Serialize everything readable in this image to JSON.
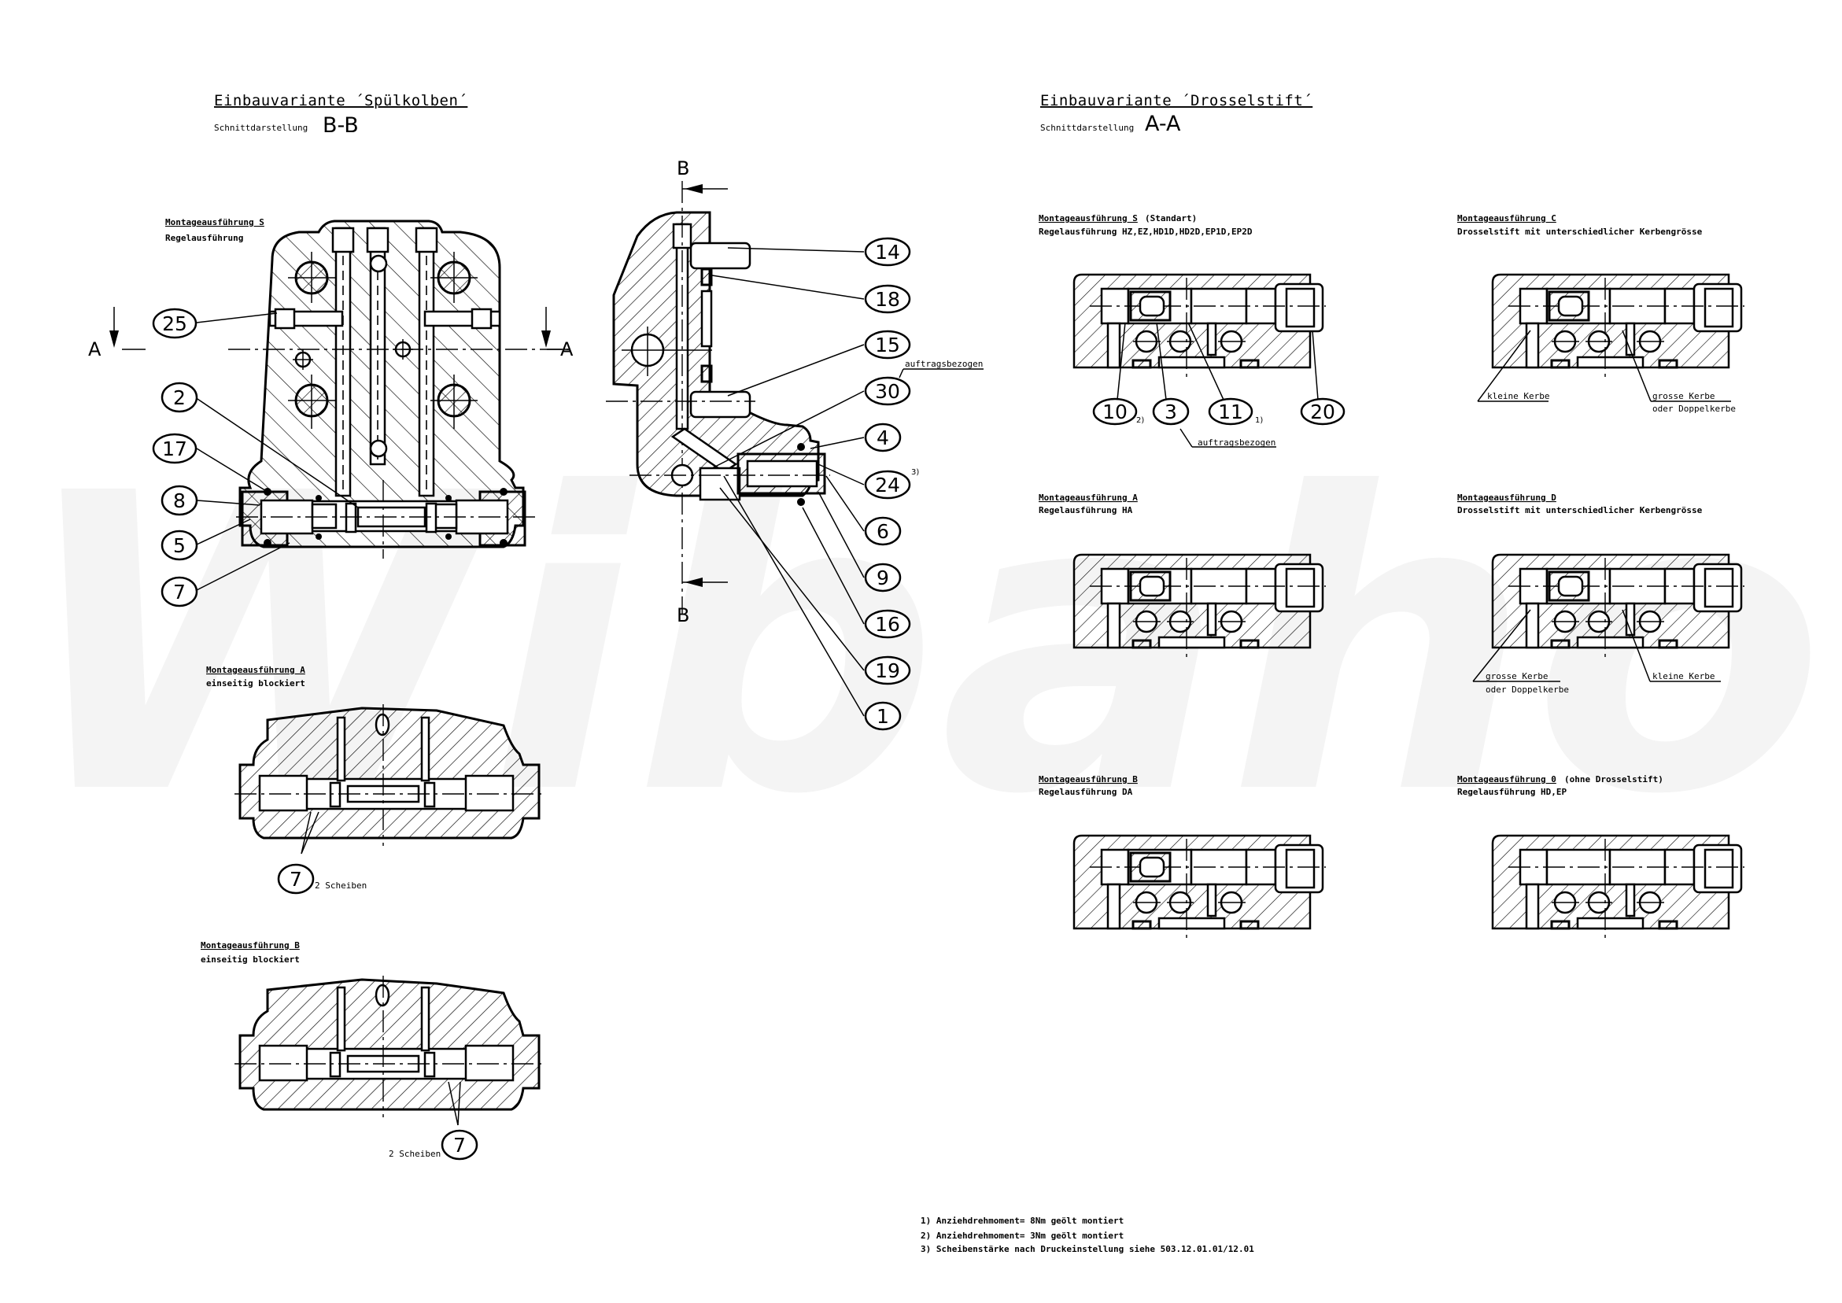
{
  "watermark": {
    "text": "Wibaho",
    "color": "#f4f4f4"
  },
  "left_section": {
    "title": "Einbauvariante ´Spülkolben´",
    "subtitle": "Schnittdarstellung",
    "section_label": "B-B",
    "cut_line_label": "A",
    "main_view": {
      "title": "Montageausführung S",
      "subtitle": "Regelausführung",
      "callouts": [
        "25",
        "2",
        "17",
        "8",
        "5",
        "7"
      ]
    },
    "variant_a": {
      "title": "Montageausführung A",
      "subtitle": "einseitig blockiert",
      "callout": "7",
      "note": "2 Scheiben"
    },
    "variant_b": {
      "title": "Montageausführung B",
      "subtitle": "einseitig blockiert",
      "callout": "7",
      "note": "2 Scheiben"
    }
  },
  "side_view": {
    "cut_line_label": "B",
    "callouts": [
      {
        "num": "14"
      },
      {
        "num": "18"
      },
      {
        "num": "15"
      },
      {
        "num": "30",
        "note": "auftragsbezogen"
      },
      {
        "num": "4"
      },
      {
        "num": "24",
        "sup": "3)"
      },
      {
        "num": "6"
      },
      {
        "num": "9"
      },
      {
        "num": "16"
      },
      {
        "num": "19"
      },
      {
        "num": "1"
      }
    ]
  },
  "right_section": {
    "title": "Einbauvariante ´Drosselstift´",
    "subtitle": "Schnittdarstellung",
    "section_label": "A-A",
    "details": [
      {
        "id": "S",
        "title": "Montageausführung S",
        "title_suffix": "(Standart)",
        "subtitle": "Regelausführung HZ,EZ,HD1D,HD2D,EP1D,EP2D",
        "callouts": [
          {
            "num": "10",
            "sup": "2)"
          },
          {
            "num": "3"
          },
          {
            "num": "11",
            "sup": "1)"
          },
          {
            "num": "20"
          }
        ],
        "note": "auftragsbezogen"
      },
      {
        "id": "C",
        "title": "Montageausführung C",
        "subtitle": "Drosselstift mit unterschiedlicher Kerbengrösse",
        "notes": [
          "kleine Kerbe",
          "grosse Kerbe",
          "oder Doppelkerbe"
        ]
      },
      {
        "id": "A",
        "title": "Montageausführung A",
        "subtitle": "Regelausführung HA"
      },
      {
        "id": "D",
        "title": "Montageausführung D",
        "subtitle": "Drosselstift mit unterschiedlicher Kerbengrösse",
        "notes": [
          "grosse Kerbe",
          "oder Doppelkerbe",
          "kleine Kerbe"
        ]
      },
      {
        "id": "B",
        "title": "Montageausführung B",
        "subtitle": "Regelausführung DA"
      },
      {
        "id": "0",
        "title": "Montageausführung 0",
        "title_suffix": "(ohne Drosselstift)",
        "subtitle": "Regelausführung HD,EP"
      }
    ]
  },
  "footnotes": [
    "1) Anziehdrehmoment= 8Nm geölt montiert",
    "2) Anziehdrehmoment= 3Nm geölt montiert",
    "3) Scheibenstärke nach Druckeinstellung siehe 503.12.01.01/12.01"
  ]
}
